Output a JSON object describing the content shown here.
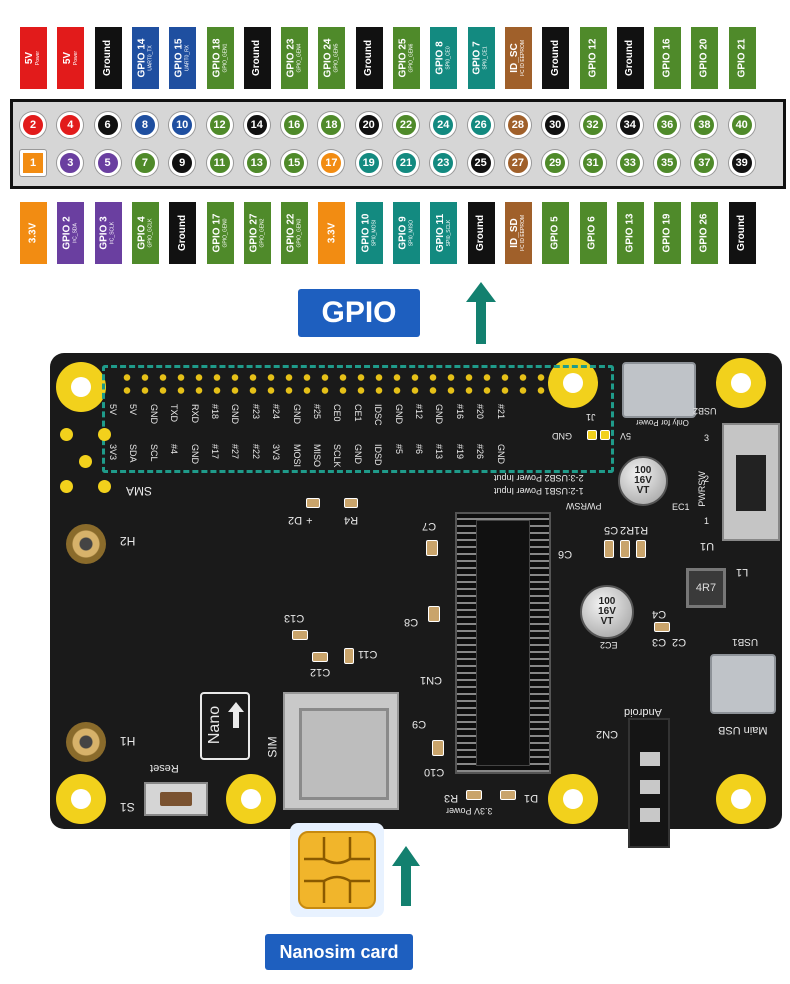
{
  "header": {
    "top_labels": [
      {
        "main": "5V",
        "sub": "Power",
        "color": "#e21b1b"
      },
      {
        "main": "5V",
        "sub": "Power",
        "color": "#e21b1b"
      },
      {
        "main": "Ground",
        "sub": "",
        "color": "#111111"
      },
      {
        "main": "GPIO 14",
        "sub": "UART0_TX",
        "color": "#1f4fa0"
      },
      {
        "main": "GPIO 15",
        "sub": "UART0_RX",
        "color": "#1f4fa0"
      },
      {
        "main": "GPIO 18",
        "sub": "GPIO_GEN1",
        "color": "#4f8a2a"
      },
      {
        "main": "Ground",
        "sub": "",
        "color": "#111111"
      },
      {
        "main": "GPIO 23",
        "sub": "GPIO_GEN4",
        "color": "#4f8a2a"
      },
      {
        "main": "GPIO 24",
        "sub": "GPIO_GEN5",
        "color": "#4f8a2a"
      },
      {
        "main": "Ground",
        "sub": "",
        "color": "#111111"
      },
      {
        "main": "GPIO 25",
        "sub": "GPIO_GEN6",
        "color": "#4f8a2a"
      },
      {
        "main": "GPIO 8",
        "sub": "SPI0_CE0",
        "color": "#138a80"
      },
      {
        "main": "GPIO 7",
        "sub": "SPI0_CE1",
        "color": "#138a80"
      },
      {
        "main": "ID_SC",
        "sub": "I²C ID EEPROM",
        "color": "#a0602a"
      },
      {
        "main": "Ground",
        "sub": "",
        "color": "#111111"
      },
      {
        "main": "GPIO 12",
        "sub": "",
        "color": "#4f8a2a"
      },
      {
        "main": "Ground",
        "sub": "",
        "color": "#111111"
      },
      {
        "main": "GPIO 16",
        "sub": "",
        "color": "#4f8a2a"
      },
      {
        "main": "GPIO 20",
        "sub": "",
        "color": "#4f8a2a"
      },
      {
        "main": "GPIO 21",
        "sub": "",
        "color": "#4f8a2a"
      }
    ],
    "bottom_labels": [
      {
        "main": "3.3V",
        "sub": "",
        "color": "#f28c12"
      },
      {
        "main": "GPIO 2",
        "sub": "I²C_SDA",
        "color": "#6a3fa0"
      },
      {
        "main": "GPIO 3",
        "sub": "I²C_SCLK",
        "color": "#6a3fa0"
      },
      {
        "main": "GPIO 4",
        "sub": "GPIO_GCLK",
        "color": "#4f8a2a"
      },
      {
        "main": "Ground",
        "sub": "",
        "color": "#111111"
      },
      {
        "main": "GPIO 17",
        "sub": "GPIO_GEN0",
        "color": "#4f8a2a"
      },
      {
        "main": "GPIO 27",
        "sub": "GPIO_GEN2",
        "color": "#4f8a2a"
      },
      {
        "main": "GPIO 22",
        "sub": "GPIO_GEN3",
        "color": "#4f8a2a"
      },
      {
        "main": "3.3V",
        "sub": "",
        "color": "#f28c12"
      },
      {
        "main": "GPIO 10",
        "sub": "SPI0_MOSI",
        "color": "#138a80"
      },
      {
        "main": "GPIO 9",
        "sub": "SPI0_MISO",
        "color": "#138a80"
      },
      {
        "main": "GPIO 11",
        "sub": "SPI0_SCLK",
        "color": "#138a80"
      },
      {
        "main": "Ground",
        "sub": "",
        "color": "#111111"
      },
      {
        "main": "ID_SD",
        "sub": "I²C ID EEPROM",
        "color": "#a0602a"
      },
      {
        "main": "GPIO 5",
        "sub": "",
        "color": "#4f8a2a"
      },
      {
        "main": "GPIO 6",
        "sub": "",
        "color": "#4f8a2a"
      },
      {
        "main": "GPIO 13",
        "sub": "",
        "color": "#4f8a2a"
      },
      {
        "main": "GPIO 19",
        "sub": "",
        "color": "#4f8a2a"
      },
      {
        "main": "GPIO 26",
        "sub": "",
        "color": "#4f8a2a"
      },
      {
        "main": "Ground",
        "sub": "",
        "color": "#111111"
      }
    ],
    "even_pins": [
      {
        "n": "2",
        "color": "#e21b1b"
      },
      {
        "n": "4",
        "color": "#e21b1b"
      },
      {
        "n": "6",
        "color": "#111111"
      },
      {
        "n": "8",
        "color": "#1f4fa0"
      },
      {
        "n": "10",
        "color": "#1f4fa0"
      },
      {
        "n": "12",
        "color": "#4f8a2a"
      },
      {
        "n": "14",
        "color": "#111111"
      },
      {
        "n": "16",
        "color": "#4f8a2a"
      },
      {
        "n": "18",
        "color": "#4f8a2a"
      },
      {
        "n": "20",
        "color": "#111111"
      },
      {
        "n": "22",
        "color": "#4f8a2a"
      },
      {
        "n": "24",
        "color": "#138a80"
      },
      {
        "n": "26",
        "color": "#138a80"
      },
      {
        "n": "28",
        "color": "#a0602a"
      },
      {
        "n": "30",
        "color": "#111111"
      },
      {
        "n": "32",
        "color": "#4f8a2a"
      },
      {
        "n": "34",
        "color": "#111111"
      },
      {
        "n": "36",
        "color": "#4f8a2a"
      },
      {
        "n": "38",
        "color": "#4f8a2a"
      },
      {
        "n": "40",
        "color": "#4f8a2a"
      }
    ],
    "odd_pins": [
      {
        "n": "1",
        "color": "#f28c12"
      },
      {
        "n": "3",
        "color": "#6a3fa0"
      },
      {
        "n": "5",
        "color": "#6a3fa0"
      },
      {
        "n": "7",
        "color": "#4f8a2a"
      },
      {
        "n": "9",
        "color": "#111111"
      },
      {
        "n": "11",
        "color": "#4f8a2a"
      },
      {
        "n": "13",
        "color": "#4f8a2a"
      },
      {
        "n": "15",
        "color": "#4f8a2a"
      },
      {
        "n": "17",
        "color": "#f28c12"
      },
      {
        "n": "19",
        "color": "#138a80"
      },
      {
        "n": "21",
        "color": "#138a80"
      },
      {
        "n": "23",
        "color": "#138a80"
      },
      {
        "n": "25",
        "color": "#111111"
      },
      {
        "n": "27",
        "color": "#a0602a"
      },
      {
        "n": "29",
        "color": "#4f8a2a"
      },
      {
        "n": "31",
        "color": "#4f8a2a"
      },
      {
        "n": "33",
        "color": "#4f8a2a"
      },
      {
        "n": "35",
        "color": "#4f8a2a"
      },
      {
        "n": "37",
        "color": "#4f8a2a"
      },
      {
        "n": "39",
        "color": "#111111"
      }
    ]
  },
  "callouts": {
    "gpio": "GPIO",
    "nanosim": "Nanosim card"
  },
  "colors": {
    "callout_blue": "#1e5fbf",
    "arrow_teal": "#13806f",
    "mount_yellow": "#f2d11c",
    "dashed_teal": "#1f9b8a"
  },
  "board": {
    "header_top_silk": [
      "5V",
      "5V",
      "GND",
      "TXD",
      "RXD",
      "#18",
      "GND",
      "#23",
      "#24",
      "GND",
      "#25",
      "CE0",
      "CE1",
      "IDSC",
      "GND",
      "#12",
      "GND",
      "#16",
      "#20",
      "#21"
    ],
    "header_bottom_silk": [
      "3V3",
      "SDA",
      "SCL",
      "#4",
      "GND",
      "#17",
      "#27",
      "#22",
      "3V3",
      "MOSI",
      "MISO",
      "SCLK",
      "GND",
      "IDSD",
      "#5",
      "#6",
      "#13",
      "#19",
      "#26",
      "GND"
    ],
    "silk": {
      "sma": "SMA",
      "h2": "H2",
      "h1": "H1",
      "reset": "Reset",
      "s1": "S1",
      "sim": "SIM",
      "nano": "Nano",
      "d2": "D2",
      "d2_plus": "+",
      "r4": "R4",
      "c7": "C7",
      "c8": "C8",
      "c13": "C13",
      "c11": "C11",
      "c12": "C12",
      "c9": "C9",
      "c10": "C10",
      "c6": "C6",
      "cn1": "CN1",
      "cn2": "CN2",
      "pwrsw_top": "PWRSW",
      "power_input_1": "1-2:USB1 Power Input",
      "power_input_2": "2-3:USB2 Power Input",
      "pwrsw_side": "PWRSW",
      "j1": "J1",
      "gnd": "GND",
      "five_v": "5V",
      "only_for_power": "Only for Power",
      "usb2": "USB2",
      "usb1": "USB1",
      "c5": "C5",
      "r2": "R2",
      "r1": "R1",
      "u1": "U1",
      "l1": "L1",
      "c4": "C4",
      "c3": "C3",
      "c2": "C2",
      "ec1": "EC1",
      "ec2": "EC2",
      "cap1_text": "100\n16V\nVT",
      "cap2_text": "100\n16V\nVT",
      "inductor": "4R7",
      "android": "Android",
      "main_usb": "Main USB",
      "d1": "D1",
      "r3": "R3",
      "three_v3_power": "3.3V Power",
      "pin1": "1",
      "pin2": "2",
      "pin3": "3"
    }
  }
}
